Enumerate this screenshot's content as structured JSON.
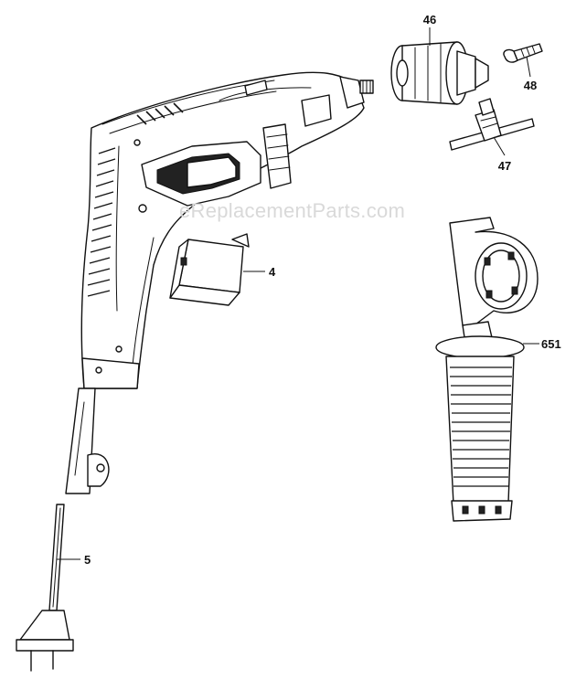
{
  "watermark": "eReplacementParts.com",
  "parts": [
    {
      "number": "46"
    },
    {
      "number": "48"
    },
    {
      "number": "47"
    },
    {
      "number": "4"
    },
    {
      "number": "651"
    },
    {
      "number": "5"
    }
  ]
}
